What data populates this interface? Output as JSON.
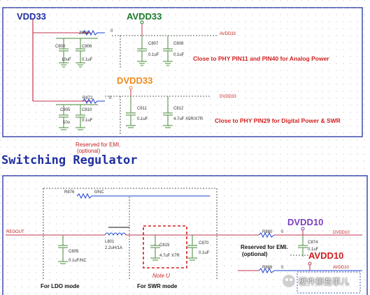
{
  "top": {
    "vdd33": "VDD33",
    "avdd33": "AVDD33",
    "dvdd33": "DVDD33",
    "avdd33_port": "AVDD33",
    "dvdd33_port": "DVDD33",
    "r_top": "Z068",
    "r_mid": "R872",
    "zero_top": "0",
    "zero_mid": "0",
    "c1": "C800",
    "c1v": "10uF",
    "c2": "C806",
    "c2v": "0.1uF",
    "c3": "C807",
    "c3v": "0.1uF",
    "c4": "C808",
    "c4v": "0.1uF",
    "c5": "C805",
    "c5v": "10u",
    "c6": "C810",
    "c6v": "0.1uF",
    "c7": "C811",
    "c7v": "0.1uF",
    "c8": "C812",
    "c8v": "4.7uF X5R/X7R",
    "note_analog": "Close to PHY PIN11 and PIN40 for Analog Power",
    "note_digital": "Close to PHY PIN29 for Digital Power & SWR",
    "reserved_emi": "Reserved for EMI.",
    "optional": "(optional)"
  },
  "section_title": "Switching Regulator",
  "bottom": {
    "regout": "REGOUT",
    "r876": "R876",
    "r876v": "0/NC",
    "l1": "L801",
    "l1v": "2.2uH/1A",
    "c_ldo": "C805",
    "c_ldo_v": "0.1uF/NC",
    "c_swr": "C815",
    "c_swr_v": "4.7uF X7R",
    "c870": "C870",
    "c870v": "0.1uF",
    "note_u": "Note U",
    "ldo_mode": "For LDO mode",
    "swr_mode": "For SWR mode",
    "dvdd10": "DVDD10",
    "avdd10": "AVDD10",
    "dvdd10_port": "DVDD10",
    "avdd10_port": "AVDD10",
    "r880": "R880",
    "r880v": "0",
    "r888": "R888",
    "r888v": "0",
    "c874": "C874",
    "c874v": "0.1uF",
    "reserved_emi": "Reserved for EMI.",
    "optional": "(optional)",
    "watermark": "硬件那些事儿"
  },
  "colors": {
    "frame": "#1f2f9f",
    "wire": "#c2334d",
    "component": "#4a8a3a",
    "note": "#d11f1f"
  }
}
